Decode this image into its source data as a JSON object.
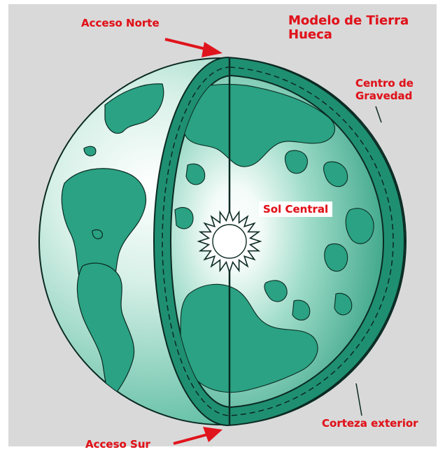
{
  "title": {
    "line1": "Modelo de Tierra",
    "line2": "Hueca"
  },
  "labels": {
    "north_access": "Acceso Norte",
    "south_access": "Acceso Sur",
    "gravity_line1": "Centro de",
    "gravity_line2": "Gravedad",
    "central_sun": "Sol Central",
    "outer_crust": "Corteza exterior"
  },
  "colors": {
    "label_red": "#e0141c",
    "ocean_light": "#e9f6f1",
    "ocean_mid": "#7fcfb8",
    "land": "#1f9a7c",
    "crust": "#1f8f72",
    "outline": "#0b2a22",
    "background": "#d9d9d9"
  },
  "icons": {
    "north_arrow": "arrow-right-icon",
    "south_arrow": "arrow-right-icon",
    "sun": "sun-icon"
  }
}
